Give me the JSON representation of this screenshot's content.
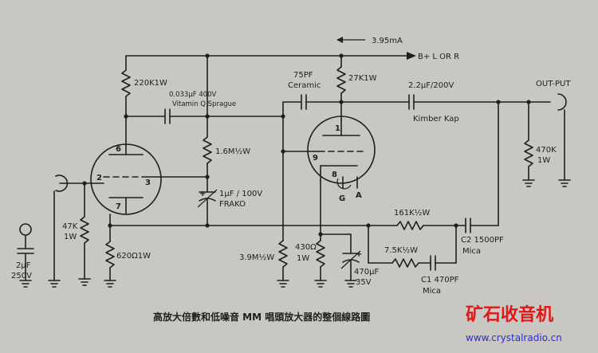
{
  "labels": {
    "current": "3.95mA",
    "bplus": "B+ L OR R",
    "output": "OUT-PUT",
    "r_220k": "220K1W",
    "r_27k": "27K1W",
    "c_75pf_1": "75PF",
    "c_75pf_2": "Ceramic",
    "c_033_1": "0.033μF 400V",
    "c_033_2": "Vitamin Q Sprague",
    "c_22uf_1": "2.2μF/200V",
    "c_22uf_2": "Kimber Kap",
    "r_16m": "1.6M½W",
    "c_1uf_1": "1μF / 100V",
    "c_1uf_2": "FRAKO",
    "r_470k_1": "470K",
    "r_470k_2": "1W",
    "r_47k_1": "47K",
    "r_47k_2": "1W",
    "r_620": "620Ω1W",
    "r_39m": "3.9M½W",
    "r_430_1": "430Ω",
    "r_430_2": "1W",
    "c_470uf_1": "470μF",
    "c_470uf_2": "35V",
    "r_161k": "161K½W",
    "r_75k": "7.5K½W",
    "c2_1": "C2 1500PF",
    "c2_2": "Mica",
    "c1_1": "C1 470PF",
    "c1_2": "Mica",
    "c_2uf_1": "2μF",
    "c_2uf_2": "250V",
    "pins": {
      "p6": "6",
      "p2": "2",
      "p3": "3",
      "p7": "7",
      "p1": "1",
      "p9": "9",
      "p8": "8",
      "g": "G",
      "a": "A"
    },
    "polarity": "+",
    "caption": "高放大倍數和低噪音 MM 唱頭放大器的整個線路圖"
  },
  "watermark": {
    "brand": "矿石收音机",
    "url": "www.crystalradio.cn"
  },
  "colors": {
    "ink": "#1f1f1f",
    "paper": "#c9c7c2",
    "brand_red": "#e01818",
    "url_blue": "#2b2bd8"
  }
}
